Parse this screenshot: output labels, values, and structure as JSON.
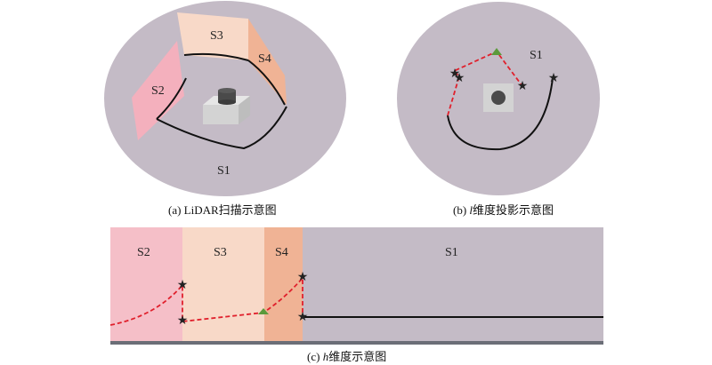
{
  "panel_a": {
    "surfaces": {
      "s1": "S1",
      "s2": "S2",
      "s3": "S3",
      "s4": "S4"
    },
    "caption": "(a) LiDAR扫描示意图"
  },
  "panel_b": {
    "surfaces": {
      "s1": "S1"
    },
    "caption_prefix": "(b) ",
    "caption_var": "l",
    "caption_suffix": "维度投影示意图"
  },
  "panel_c": {
    "surfaces": {
      "s1": "S1",
      "s2": "S2",
      "s3": "S3",
      "s4": "S4"
    },
    "caption_prefix": "(c) ",
    "caption_var": "h",
    "caption_suffix": "维度示意图"
  },
  "colors": {
    "s1": "#c4bbc6",
    "s2": "#f5bfc8",
    "s3": "#f8d9c8",
    "s4": "#f0b395",
    "ground": "#6b6e77",
    "trajectory": "#e0202c",
    "star": "#3a64c8",
    "triangle": "#5b9a3b",
    "sensor_box": "#d3d3d3",
    "sensor_dome": "#4a4a4a",
    "line": "#111111"
  }
}
